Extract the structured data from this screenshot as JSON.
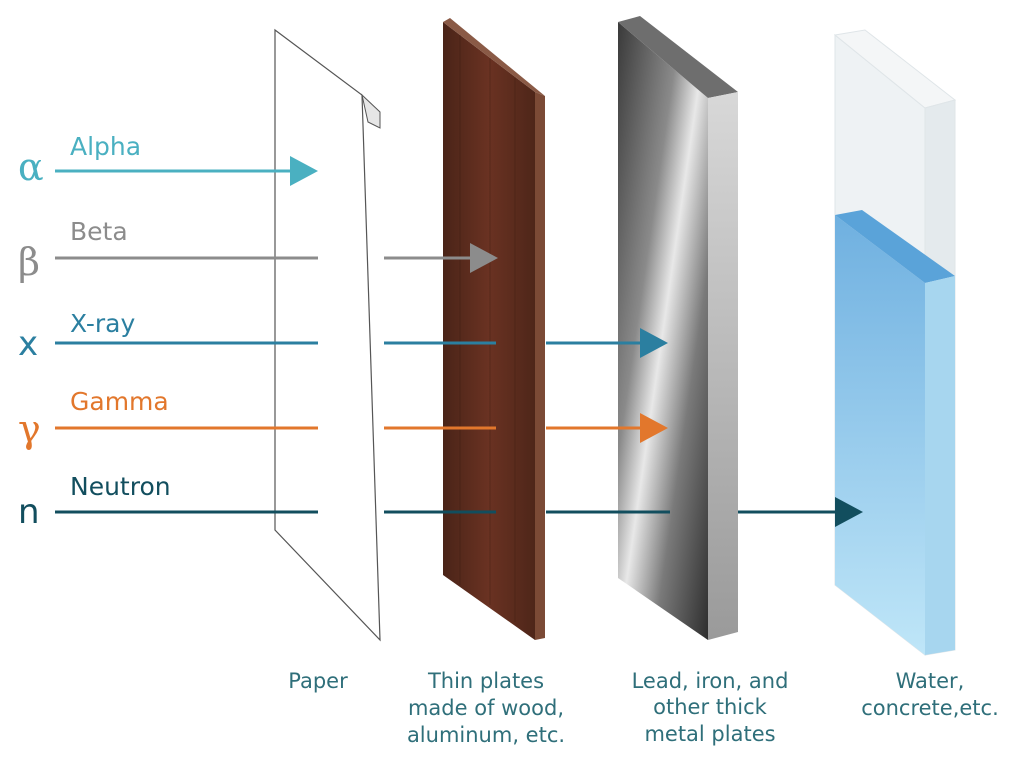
{
  "radiation": [
    {
      "symbol": "α",
      "name": "Alpha",
      "color": "#4ab0c1",
      "stops_at": "paper"
    },
    {
      "symbol": "β",
      "name": "Beta",
      "color": "#8c8c8c",
      "stops_at": "wood"
    },
    {
      "symbol": "x",
      "name": "X-ray",
      "color": "#2b7fa0",
      "stops_at": "lead"
    },
    {
      "symbol": "γ",
      "name": "Gamma",
      "color": "#e2772c",
      "stops_at": "lead"
    },
    {
      "symbol": "n",
      "name": "Neutron",
      "color": "#124e5e",
      "stops_at": "water"
    }
  ],
  "materials": {
    "paper": {
      "lines": [
        "Paper"
      ]
    },
    "wood": {
      "lines": [
        "Thin plates",
        "made of wood,",
        "aluminum, etc."
      ]
    },
    "lead": {
      "lines": [
        "Lead, iron, and",
        "other thick",
        "metal plates"
      ]
    },
    "water": {
      "lines": [
        "Water,",
        "concrete,etc."
      ]
    }
  },
  "colors": {
    "caption": "#2f6f7a",
    "wood": "#5a2a1c",
    "water": "#7fbfe6"
  }
}
